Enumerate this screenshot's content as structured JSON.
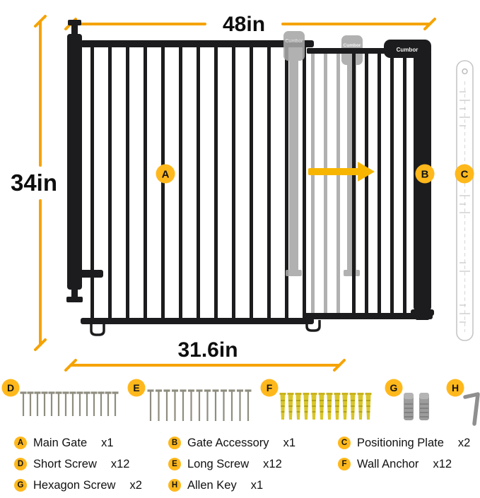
{
  "brand": "Cumbor",
  "dimensions": {
    "width": "48in",
    "height": "34in",
    "bottom_width": "31.6in"
  },
  "callouts": {
    "main_gate": "A",
    "gate_accessory": "B",
    "positioning_plate": "C"
  },
  "hardware": {
    "short_screw": "D",
    "long_screw": "E",
    "wall_anchor": "F",
    "hexagon_screw": "G",
    "allen_key": "H"
  },
  "legend": [
    {
      "letter": "A",
      "name": "Main Gate",
      "qty": "x1"
    },
    {
      "letter": "B",
      "name": "Gate Accessory",
      "qty": "x1"
    },
    {
      "letter": "C",
      "name": "Positioning Plate",
      "qty": "x2"
    },
    {
      "letter": "D",
      "name": "Short Screw",
      "qty": "x12"
    },
    {
      "letter": "E",
      "name": "Long Screw",
      "qty": "x12"
    },
    {
      "letter": "F",
      "name": "Wall Anchor",
      "qty": "x12"
    },
    {
      "letter": "G",
      "name": "Hexagon Screw",
      "qty": "x2"
    },
    {
      "letter": "H",
      "name": "Allen Key",
      "qty": "x1"
    }
  ],
  "colors": {
    "accent_line": "#F5A302",
    "badge": "#FFB81C",
    "arrow": "#F7B500",
    "gate_black": "#1C1C1E",
    "ghost_gray": "#A7A7A7",
    "anchor_yellow": "#D8C52B",
    "screw_gray": "#8F8D7F"
  }
}
